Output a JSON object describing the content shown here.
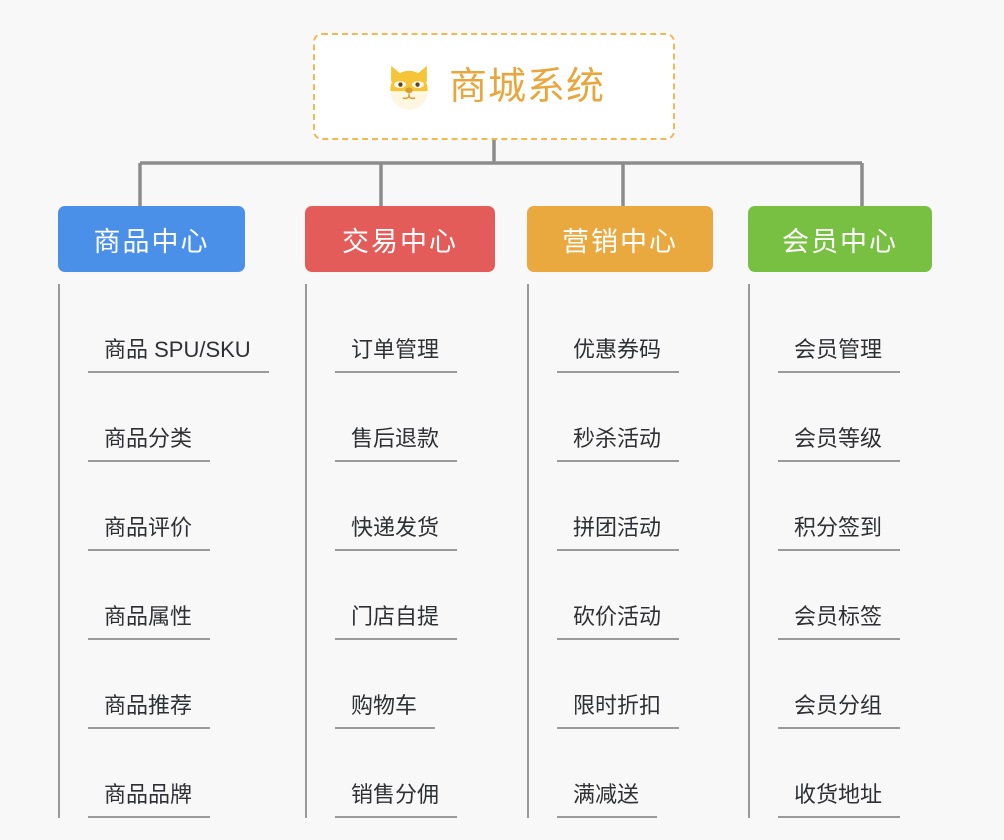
{
  "canvas": {
    "background": "#f8f8f8",
    "connector_color": "#8c8c8c",
    "leaf_line_color": "#9a9a9a"
  },
  "root": {
    "title": "商城系统",
    "icon": "shiba-dog-face-icon",
    "title_color": "#e8a63c",
    "border_color": "#f0b951",
    "background": "#ffffff"
  },
  "columns": [
    {
      "id": "product-center",
      "label": "商品中心",
      "color": "#4a90e8",
      "items": [
        "商品 SPU/SKU",
        "商品分类",
        "商品评价",
        "商品属性",
        "商品推荐",
        "商品品牌"
      ]
    },
    {
      "id": "trade-center",
      "label": "交易中心",
      "color": "#e35c59",
      "items": [
        "订单管理",
        "售后退款",
        "快递发货",
        "门店自提",
        "购物车",
        "销售分佣"
      ]
    },
    {
      "id": "marketing-center",
      "label": "营销中心",
      "color": "#eaa93f",
      "items": [
        "优惠券码",
        "秒杀活动",
        "拼团活动",
        "砍价活动",
        "限时折扣",
        "满减送"
      ]
    },
    {
      "id": "member-center",
      "label": "会员中心",
      "color": "#78c042",
      "items": [
        "会员管理",
        "会员等级",
        "积分签到",
        "会员标签",
        "会员分组",
        "收货地址"
      ]
    }
  ]
}
